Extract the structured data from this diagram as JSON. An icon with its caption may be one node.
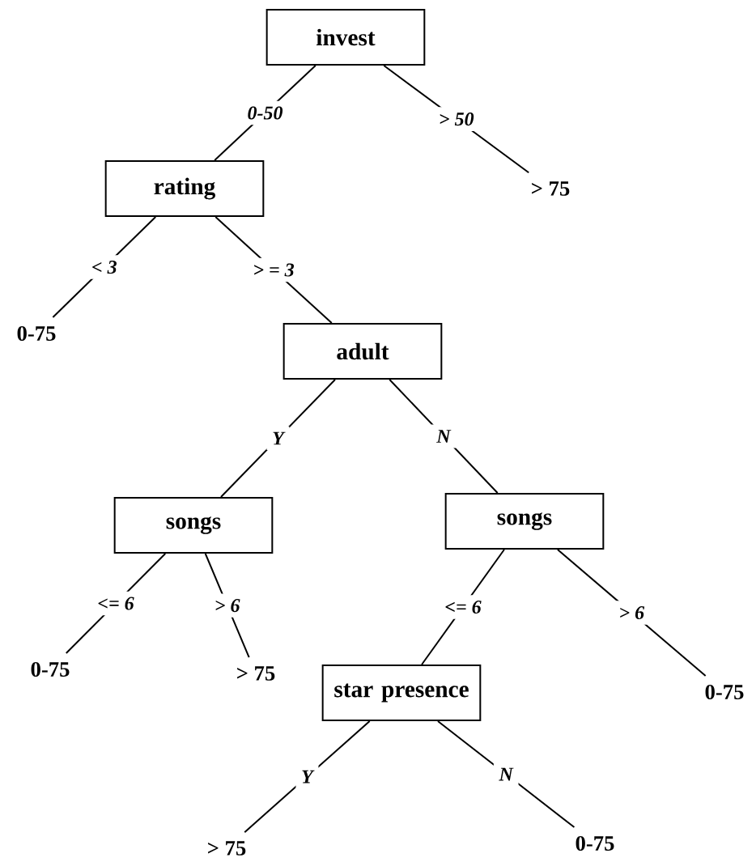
{
  "diagram": {
    "nodes": [
      {
        "text": [
          "invest"
        ]
      },
      {
        "text": [
          "rating"
        ]
      },
      {
        "text": [
          "> 75"
        ]
      },
      {
        "text": [
          "0-75"
        ]
      },
      {
        "text": [
          "adult"
        ]
      },
      {
        "text": [
          "songs"
        ]
      },
      {
        "text": [
          "songs"
        ]
      },
      {
        "text": [
          "0-75"
        ]
      },
      {
        "text": [
          "> 75"
        ]
      },
      {
        "text": [
          "star presence"
        ]
      },
      {
        "text": [
          "0-75"
        ]
      },
      {
        "text": [
          "> 75"
        ]
      },
      {
        "text": [
          "0-75"
        ]
      }
    ],
    "edges": [
      {
        "from": 0,
        "to": 1,
        "arrow": "none",
        "label": "0-50"
      },
      {
        "from": 0,
        "to": 2,
        "arrow": "none",
        "label": "> 50"
      },
      {
        "from": 1,
        "to": 3,
        "arrow": "none",
        "label": "< 3"
      },
      {
        "from": 1,
        "to": 4,
        "arrow": "none",
        "label": "> = 3"
      },
      {
        "from": 4,
        "to": 5,
        "arrow": "none",
        "label": "Y"
      },
      {
        "from": 4,
        "to": 6,
        "arrow": "none",
        "label": "N"
      },
      {
        "from": 5,
        "to": 7,
        "arrow": "none",
        "label": "<= 6"
      },
      {
        "from": 5,
        "to": 8,
        "arrow": "none",
        "label": "> 6"
      },
      {
        "from": 6,
        "to": 9,
        "arrow": "none",
        "label": "<= 6"
      },
      {
        "from": 6,
        "to": 10,
        "arrow": "none",
        "label": "> 6"
      },
      {
        "from": 9,
        "to": 11,
        "arrow": "none",
        "label": "Y"
      },
      {
        "from": 9,
        "to": 12,
        "arrow": "none",
        "label": "N"
      }
    ]
  }
}
